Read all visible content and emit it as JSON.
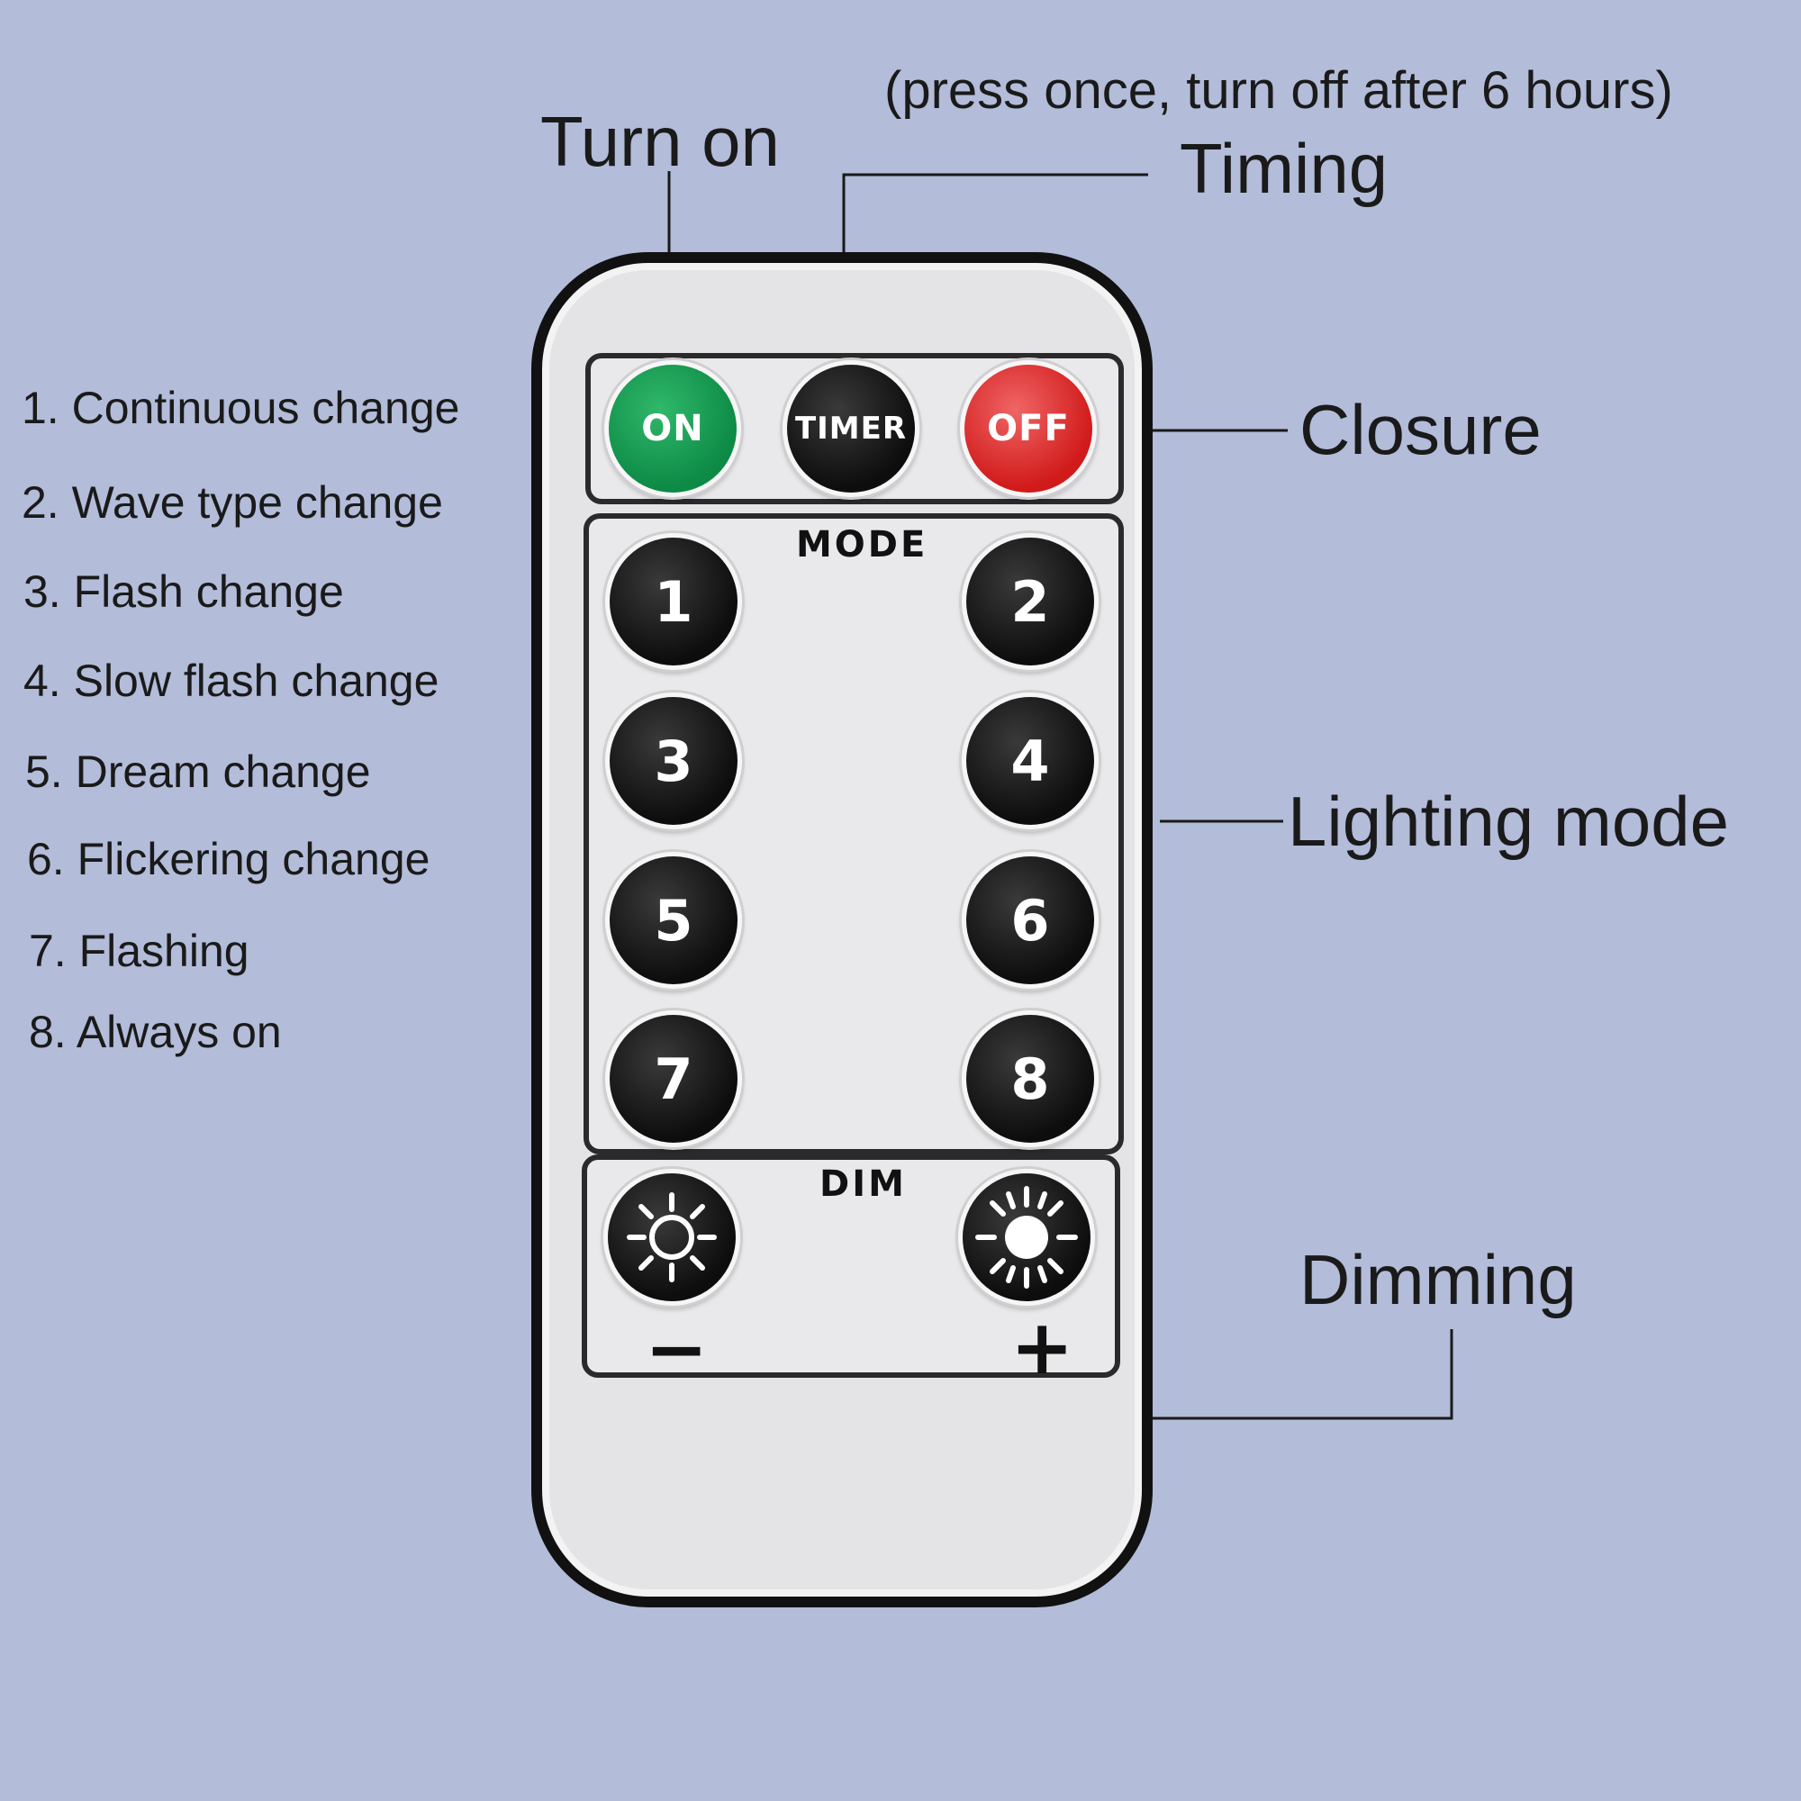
{
  "callouts": {
    "turn_on": "Turn on",
    "timing_note": "(press once, turn off after 6 hours)",
    "timing": "Timing",
    "closure": "Closure",
    "lighting_mode": "Lighting mode",
    "dimming": "Dimming"
  },
  "mode_list": [
    "1. Continuous change",
    "2. Wave type change",
    "3. Flash change",
    "4. Slow flash change",
    "5. Dream change",
    "6. Flickering change",
    "7. Flashing",
    "8. Always on"
  ],
  "remote": {
    "on_label": "ON",
    "timer_label": "TIMER",
    "off_label": "OFF",
    "mode_title": "MODE",
    "mode_buttons": [
      "1",
      "2",
      "3",
      "4",
      "5",
      "6",
      "7",
      "8"
    ],
    "dim_title": "DIM",
    "minus": "−",
    "plus": "+"
  },
  "colors": {
    "background": "#b3bcd9",
    "on_button": "#0d8a46",
    "off_button": "#d11a1a",
    "dark_button": "#111111"
  },
  "icons": {
    "dim_down": "sun-outline-icon",
    "dim_up": "sun-bright-icon"
  }
}
